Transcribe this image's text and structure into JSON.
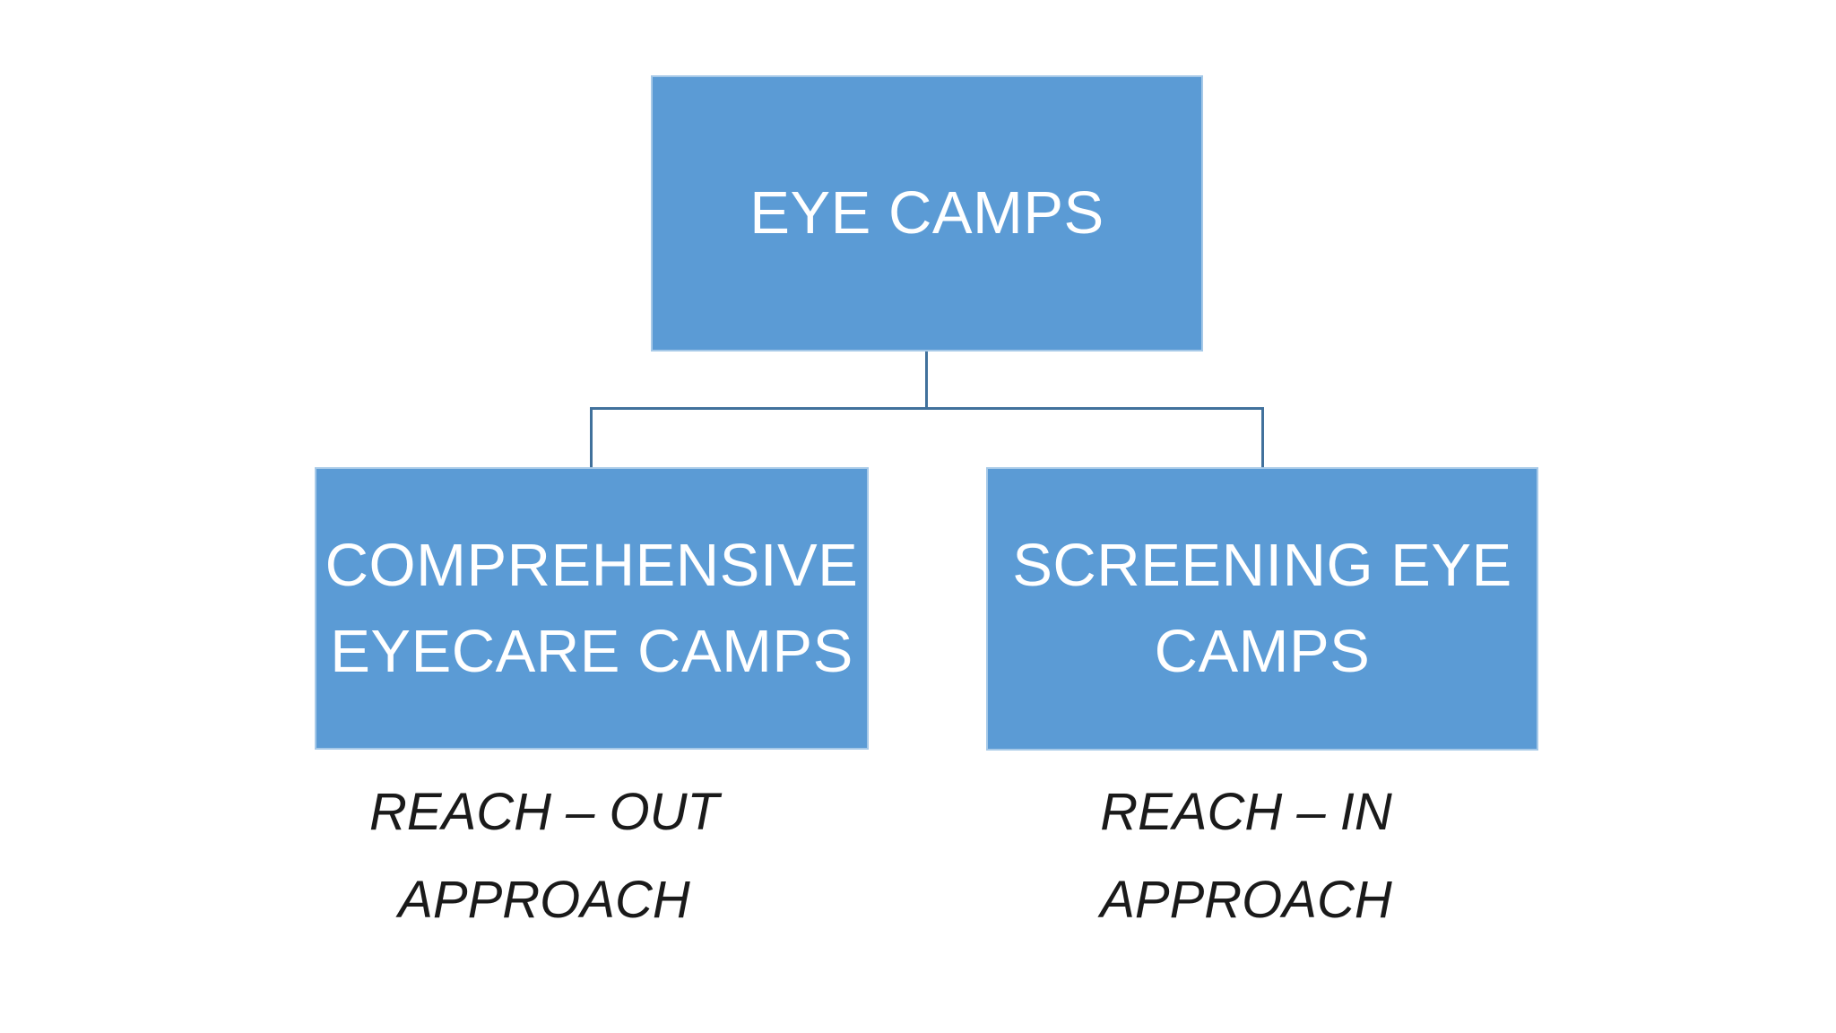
{
  "diagram": {
    "type": "org-chart",
    "root": {
      "label": "EYE CAMPS",
      "lines": [
        "EYE CAMPS"
      ]
    },
    "children": [
      {
        "label": "COMPREHENSIVE EYECARE CAMPS",
        "lines": [
          "COMPREHENSIVE",
          "EYECARE CAMPS"
        ],
        "caption": "REACH – OUT APPROACH",
        "caption_lines": [
          "REACH – OUT",
          "APPROACH"
        ]
      },
      {
        "label": "SCREENING EYE CAMPS",
        "lines": [
          "SCREENING EYE",
          "CAMPS"
        ],
        "caption": "REACH – IN APPROACH",
        "caption_lines": [
          "REACH – IN",
          "APPROACH"
        ]
      }
    ],
    "colors": {
      "box_fill": "#5B9BD5",
      "box_border": "#A6C9E8",
      "connector": "#41719C",
      "box_text": "#FFFFFF",
      "caption_text": "#1A1A1A",
      "background": "#FFFFFF"
    }
  }
}
